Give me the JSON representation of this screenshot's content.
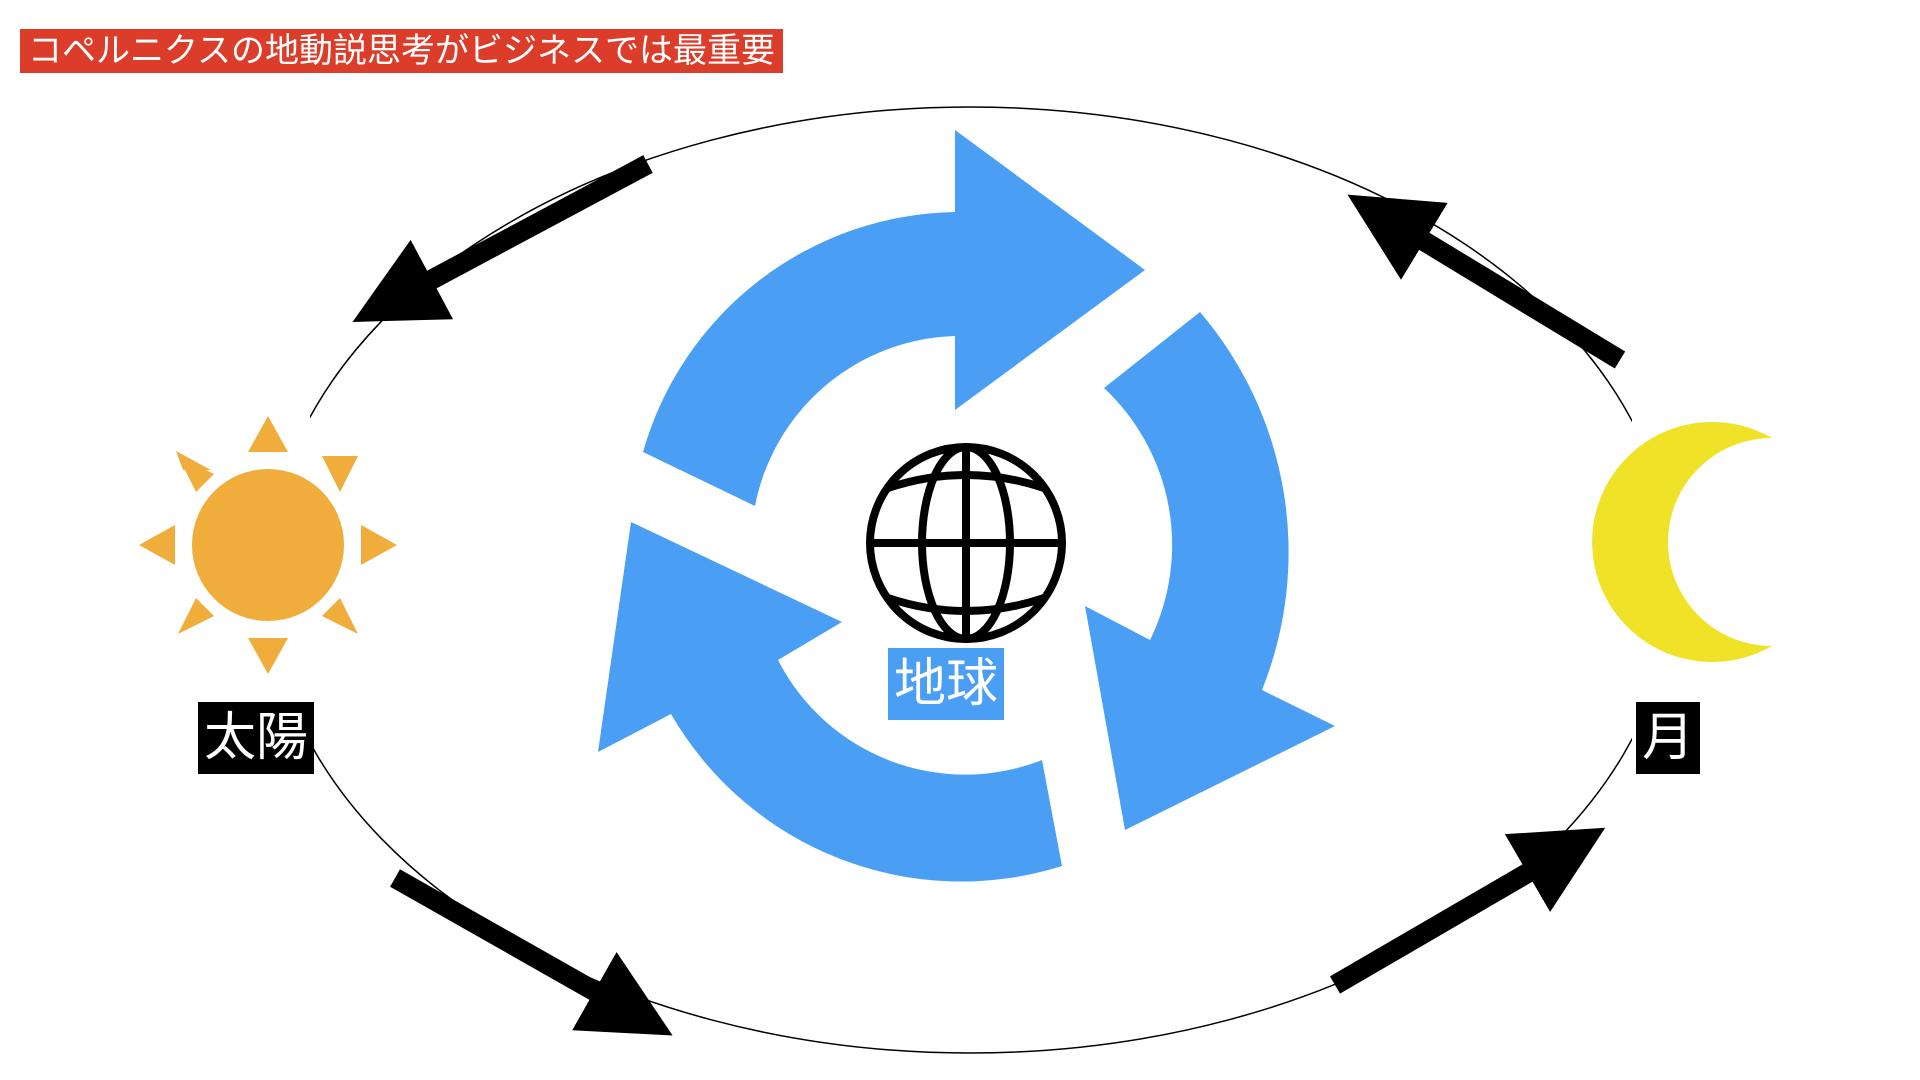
{
  "title": "コペルニクスの地動説思考がビジネスでは最重要",
  "labels": {
    "sun": "太陽",
    "earth": "地球",
    "moon": "月"
  },
  "icons": {
    "sun": "sun-icon",
    "earth": "globe-icon",
    "moon": "crescent-moon-icon",
    "cycle": "cycle-arrows-icon",
    "orbit_arrows": "orbit-arrow-icon"
  },
  "colors": {
    "title_background": "#dc3d2a",
    "title_text": "#ffffff",
    "sun": "#f0ad3c",
    "moon": "#f0e226",
    "cycle": "#4a9ff5",
    "earth_label_background": "#4a9ff5",
    "label_background": "#000000",
    "label_text": "#ffffff",
    "orbit": "#000000"
  }
}
